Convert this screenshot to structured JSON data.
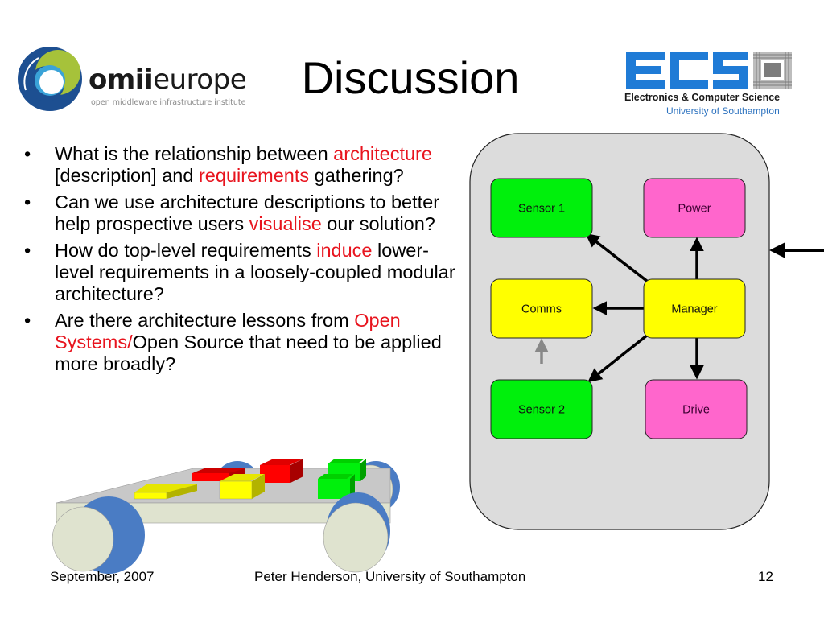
{
  "slide": {
    "title": "Discussion",
    "logos": {
      "left": {
        "name": "omii europe",
        "wordmark_bold": "omii",
        "wordmark_light": "europe",
        "subtitle": "open middleware infrastructure institute",
        "colors": {
          "dark_blue": "#1d4f91",
          "lime": "#a6c23a",
          "light_blue": "#3aa3d8"
        }
      },
      "right": {
        "letters": "ECS",
        "line1": "Electronics & Computer Science",
        "line2": "University of Southampton",
        "colors": {
          "brand_blue": "#1f7bd6",
          "line2": "#2f74c0"
        }
      }
    },
    "bullets": [
      {
        "segments": [
          {
            "text": "What is the relationship between ",
            "highlight": false
          },
          {
            "text": "architecture",
            "highlight": true
          },
          {
            "text": " [description] and ",
            "highlight": false
          },
          {
            "text": "requirements",
            "highlight": true
          },
          {
            "text": " gathering?",
            "highlight": false
          }
        ]
      },
      {
        "segments": [
          {
            "text": "Can we use architecture descriptions to better help prospective users ",
            "highlight": false
          },
          {
            "text": "visualise",
            "highlight": true
          },
          {
            "text": " our solution?",
            "highlight": false
          }
        ]
      },
      {
        "segments": [
          {
            "text": "How do top-level requirements ",
            "highlight": false
          },
          {
            "text": "induce",
            "highlight": true
          },
          {
            "text": " lower-level requirements in a loosely-coupled modular architecture?",
            "highlight": false
          }
        ]
      },
      {
        "segments": [
          {
            "text": "Are there architecture lessons from ",
            "highlight": false
          },
          {
            "text": "Open Systems/",
            "highlight": true
          },
          {
            "text": "Open Source that need to be applied more broadly?",
            "highlight": false
          }
        ]
      }
    ],
    "bullet_glyph": "•",
    "highlight_color": "#e8141e",
    "diagram": {
      "container_color": "#dcdcdc",
      "nodes": [
        {
          "id": "sensor1",
          "label": "Sensor 1",
          "color": "#00f00c"
        },
        {
          "id": "power",
          "label": "Power",
          "color": "#ff66cc"
        },
        {
          "id": "comms",
          "label": "Comms",
          "color": "#ffff00"
        },
        {
          "id": "manager",
          "label": "Manager",
          "color": "#ffff00"
        },
        {
          "id": "sensor2",
          "label": "Sensor 2",
          "color": "#00f00c"
        },
        {
          "id": "drive",
          "label": "Drive",
          "color": "#ff66cc"
        }
      ],
      "edges": [
        {
          "from": "manager",
          "to": "sensor1",
          "style": "black"
        },
        {
          "from": "manager",
          "to": "power",
          "style": "black"
        },
        {
          "from": "manager",
          "to": "comms",
          "style": "black"
        },
        {
          "from": "manager",
          "to": "sensor2",
          "style": "black"
        },
        {
          "from": "manager",
          "to": "drive",
          "style": "black"
        },
        {
          "from": "sensor2",
          "to": "comms",
          "style": "grey"
        },
        {
          "from": "external",
          "to": "container",
          "style": "black"
        }
      ]
    },
    "robot_illustration": {
      "description": "robot chassis with wheels carrying colored modules",
      "module_colors": [
        "#ffff00",
        "#ff0000",
        "#00f00c"
      ],
      "wheel_color": "#4a7cc4"
    },
    "footer": {
      "date": "September, 2007",
      "author": "Peter Henderson, University of Southampton",
      "page_number": "12"
    }
  }
}
